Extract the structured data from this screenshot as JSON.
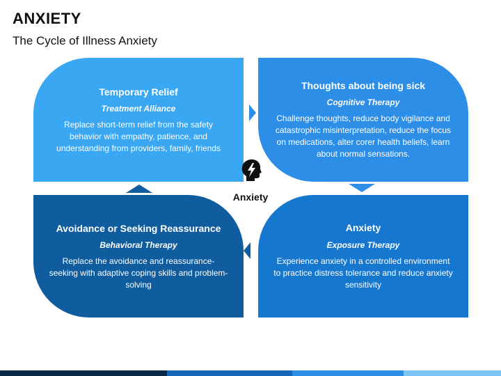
{
  "title": "ANXIETY",
  "subtitle": "The Cycle of Illness Anxiety",
  "center": {
    "label": "Anxiety",
    "icon": "head-lightning-icon"
  },
  "cards": {
    "temporary_relief": {
      "heading": "Temporary Relief",
      "therapy": "Treatment Alliance",
      "text": "Replace short-term relief from the safety behavior with empathy, patience, and understanding from providers, family, friends"
    },
    "thoughts": {
      "heading": "Thoughts about being sick",
      "therapy": "Cognitive Therapy",
      "text": "Challenge thoughts, reduce body vigilance and catastrophic misinterpretation, reduce the focus on medications, alter corer health beliefs, learn about normal sensations."
    },
    "avoidance": {
      "heading": "Avoidance  or Seeking Reassurance",
      "therapy": "Behavioral Therapy",
      "text": "Replace the avoidance and reassurance-seeking with adaptive coping skills and problem-solving"
    },
    "anxiety": {
      "heading": "Anxiety",
      "therapy": "Exposure Therapy",
      "text": "Experience anxiety in a controlled environment to practice distress tolerance and reduce anxiety sensitivity"
    }
  },
  "colors": {
    "card_top_left": "#3aa7f2",
    "card_top_right": "#2d8ee8",
    "card_bottom_left": "#0f5c9e",
    "card_bottom_right": "#1677cf",
    "bottom_bar": [
      "#0b2a4a",
      "#1666b8",
      "#2d8ee8",
      "#7cc3f5"
    ]
  }
}
